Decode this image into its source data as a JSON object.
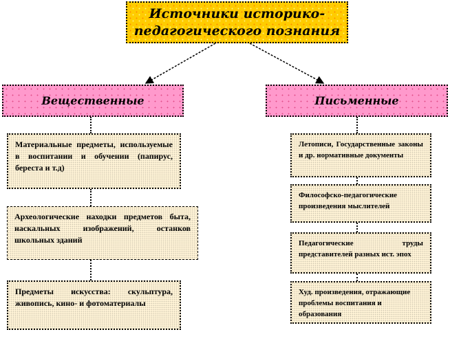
{
  "title": {
    "line1": "Источники историко-",
    "line2": "педагогического  познания"
  },
  "categories": [
    {
      "label": "Вещественные",
      "items": [
        "Материальные предметы, используемые в воспитании и обучении (папирус, береста и т.д)",
        "Археологические находки предметов быта, наскальных изображений, останков школьных зданий",
        "Предметы искусства: скульптура, живопись, кино- и фотоматериалы"
      ]
    },
    {
      "label": "Письменные",
      "items": [
        "Летописи, Государственные законы и др. нормативные документы",
        "Философско-педагогические произведения мыслителей",
        "Педагогические труды представителей разных ист. эпох",
        "Худ. произведения, отражающие проблемы воспитания и образования"
      ]
    }
  ],
  "colors": {
    "root_fill": "#ffcc00",
    "category_fill": "#ff99cc",
    "item_fill": "#fff3d6",
    "border": "#000000"
  }
}
